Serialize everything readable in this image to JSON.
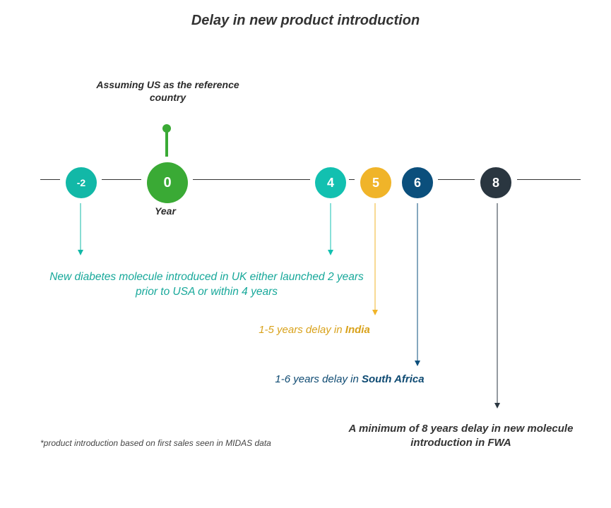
{
  "title": "Delay in new product introduction",
  "reference_note": "Assuming US as the reference country",
  "year_label": "Year",
  "markers": [
    {
      "value": "-2",
      "color": "#12b8a7"
    },
    {
      "value": "0",
      "color": "#3aaa35"
    },
    {
      "value": "4",
      "color": "#12c0b0"
    },
    {
      "value": "5",
      "color": "#f0b429"
    },
    {
      "value": "6",
      "color": "#0b4f7c"
    },
    {
      "value": "8",
      "color": "#2a3640"
    }
  ],
  "annotations": {
    "uk": "New diabetes molecule introduced in UK either launched 2 years prior to USA or within 4 years",
    "india_prefix": "1-5 years delay in ",
    "india_country": "India",
    "south_africa_prefix": "1-6 years delay in ",
    "south_africa_country": "South Africa",
    "fwa": "A minimum of 8 years delay in new molecule introduction in FWA"
  },
  "footnote": "*product introduction based on first sales seen in MIDAS data",
  "colors": {
    "line": "#333333",
    "teal_text": "#17a89a",
    "gold_text": "#d9a21b",
    "navy_text": "#0e4a72"
  }
}
